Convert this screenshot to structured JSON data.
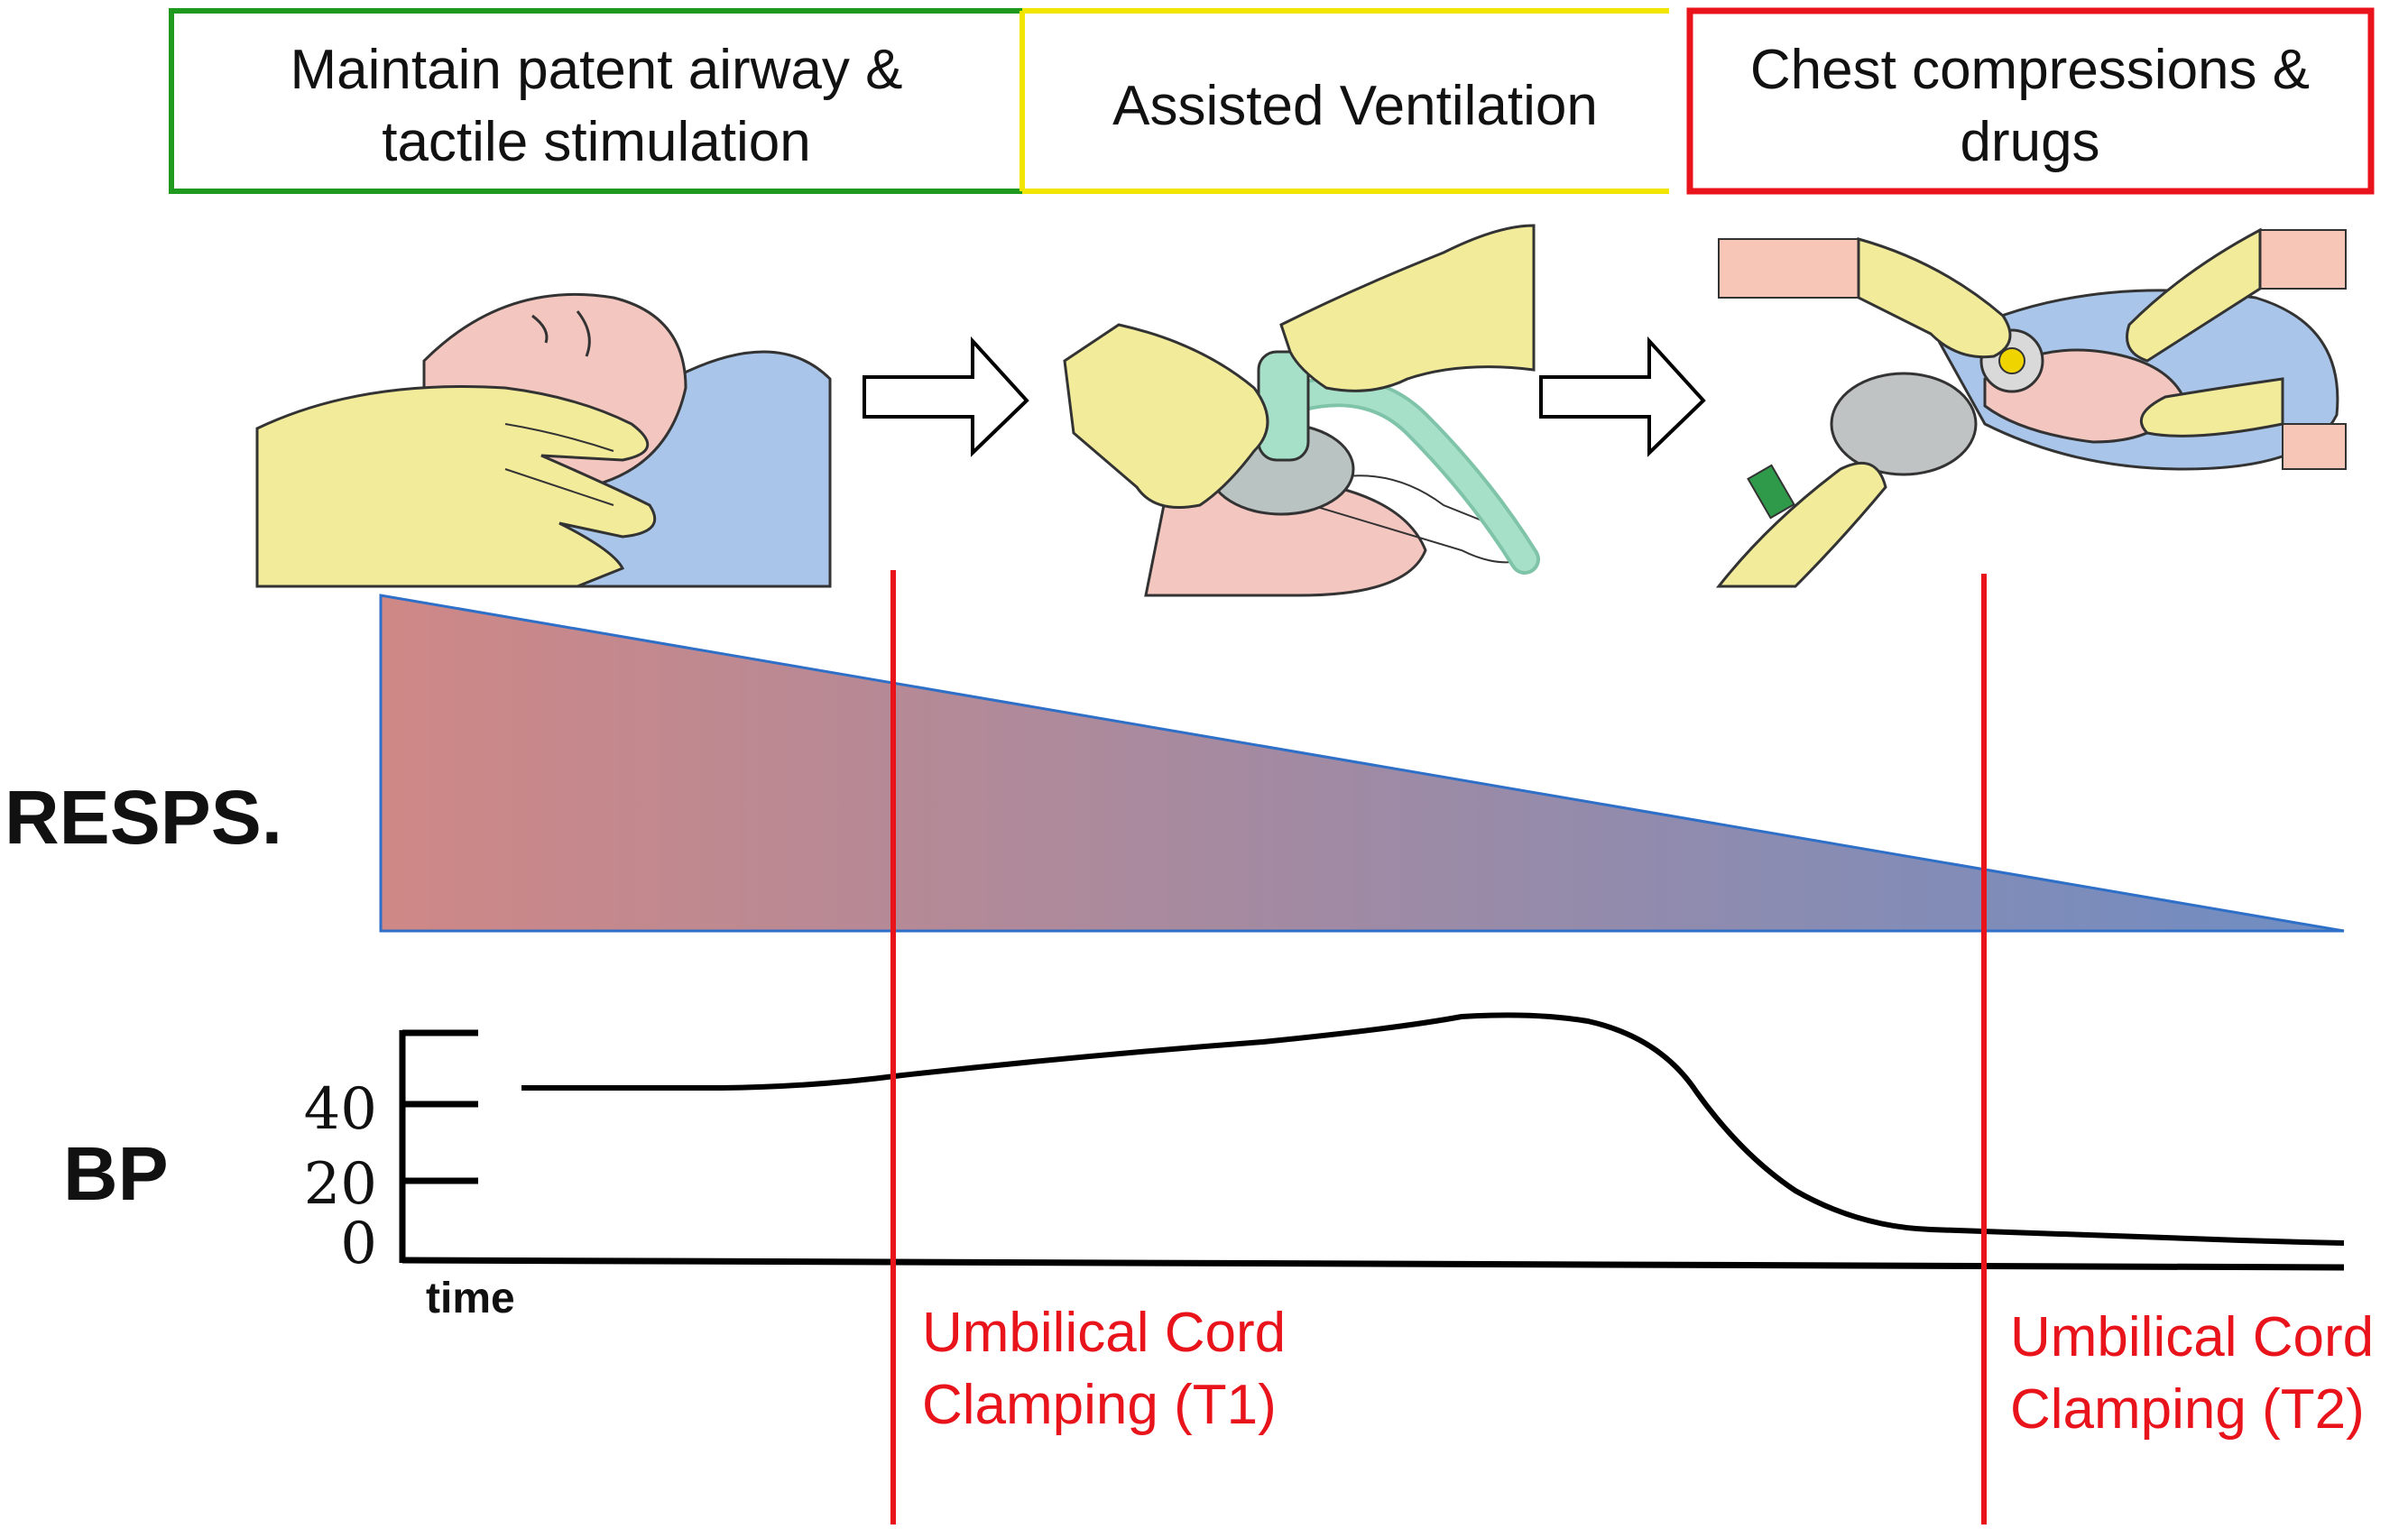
{
  "stages": [
    {
      "id": "airway",
      "lines": [
        "Maintain patent airway &",
        "tactile stimulation"
      ],
      "border_color": "#1f9a1f"
    },
    {
      "id": "ventilation",
      "lines": [
        "Assisted Ventilation"
      ],
      "border_color": "#f2e600"
    },
    {
      "id": "compressions",
      "lines": [
        "Chest compressions &",
        "drugs"
      ],
      "border_color": "#e8131b"
    }
  ],
  "resps_label": "RESPS.",
  "bp": {
    "label": "BP",
    "ticks": [
      "40",
      "20",
      "0"
    ],
    "xlabel": "time"
  },
  "clamping": [
    {
      "lines": [
        "Umbilical Cord",
        "Clamping (T1)"
      ]
    },
    {
      "lines": [
        "Umbilical Cord",
        "Clamping (T2)"
      ]
    }
  ],
  "colors": {
    "resps_left": "#cf8886",
    "resps_right": "#6f8dc3",
    "resps_edge": "#2e6fc7",
    "clamp_red": "#e8131b",
    "glove": "#f1eb9a",
    "skin": "#f3c6c0",
    "blanket": "#a9c6ea",
    "tube": "#a7e0c8"
  }
}
